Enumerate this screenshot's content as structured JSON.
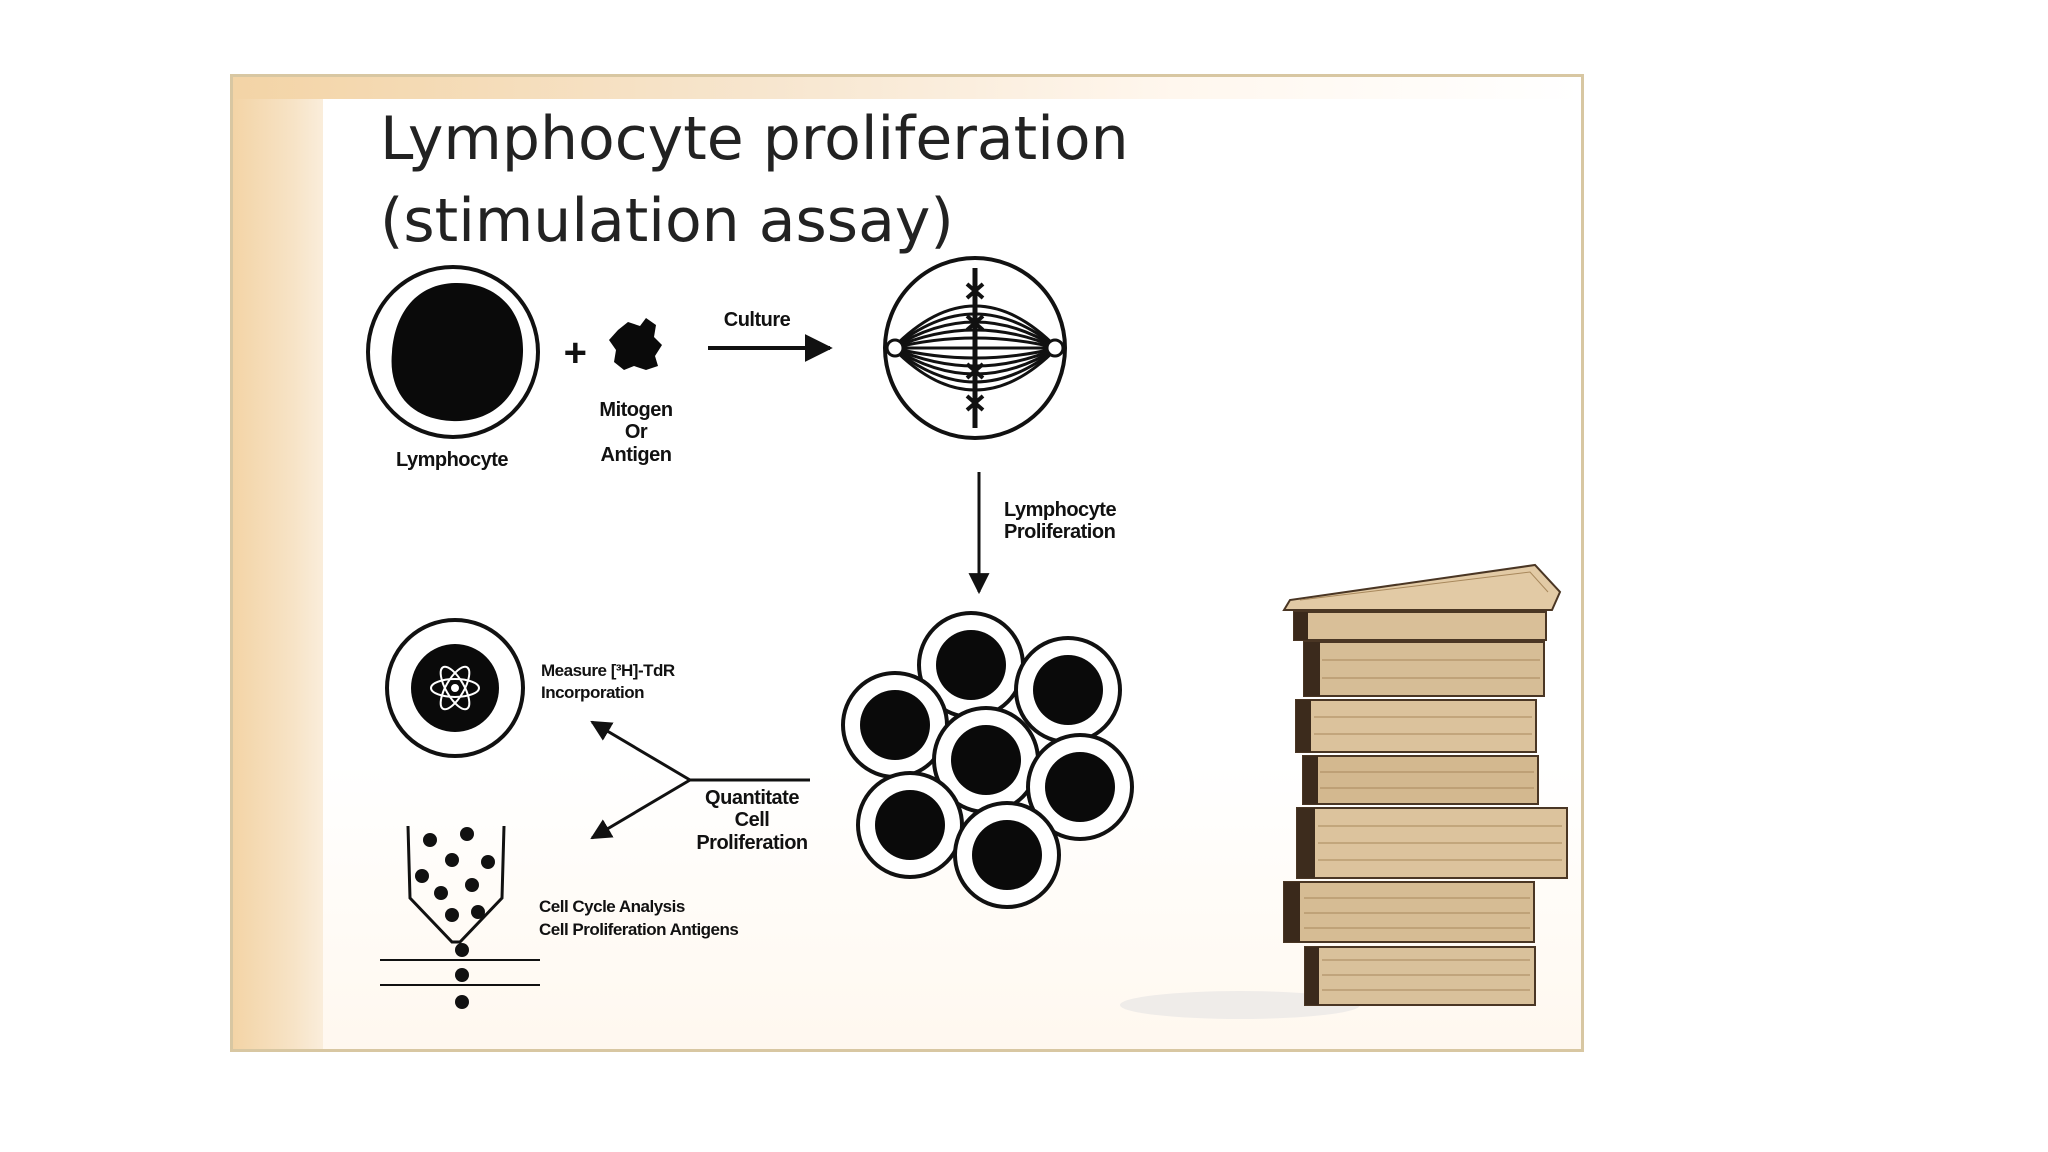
{
  "slide": {
    "title_line1": "Lymphocyte proliferation",
    "title_line2": "(stimulation assay)"
  },
  "diagram": {
    "lymphocyte_label": "Lymphocyte",
    "plus_sign": "+",
    "mitogen_label": [
      "Mitogen",
      "Or",
      "Antigen"
    ],
    "culture_label": "Culture",
    "proliferation_label": [
      "Lymphocyte",
      "Proliferation"
    ],
    "measure_label": [
      "Measure [³H]-TdR",
      "Incorporation"
    ],
    "quantitate_label": [
      "Quantitate",
      "Cell",
      "Proliferation"
    ],
    "cell_cycle_label": [
      "Cell Cycle Analysis",
      "Cell Proliferation Antigens"
    ]
  },
  "colors": {
    "frame_border": "#d8c7a2",
    "accent_gradient": "#f3d4a6",
    "ink": "#111111"
  }
}
